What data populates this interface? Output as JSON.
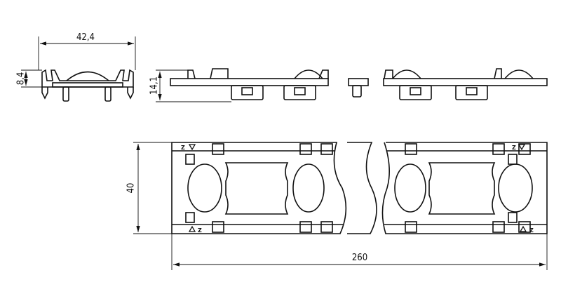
{
  "drawing": {
    "dimensions": {
      "end_view_width": "42,4",
      "end_view_height": "8,4",
      "side_view_height": "14,1",
      "plan_width": "40",
      "plan_length": "260"
    },
    "marking": "Z",
    "line_color": "#111111",
    "background": "#ffffff"
  }
}
